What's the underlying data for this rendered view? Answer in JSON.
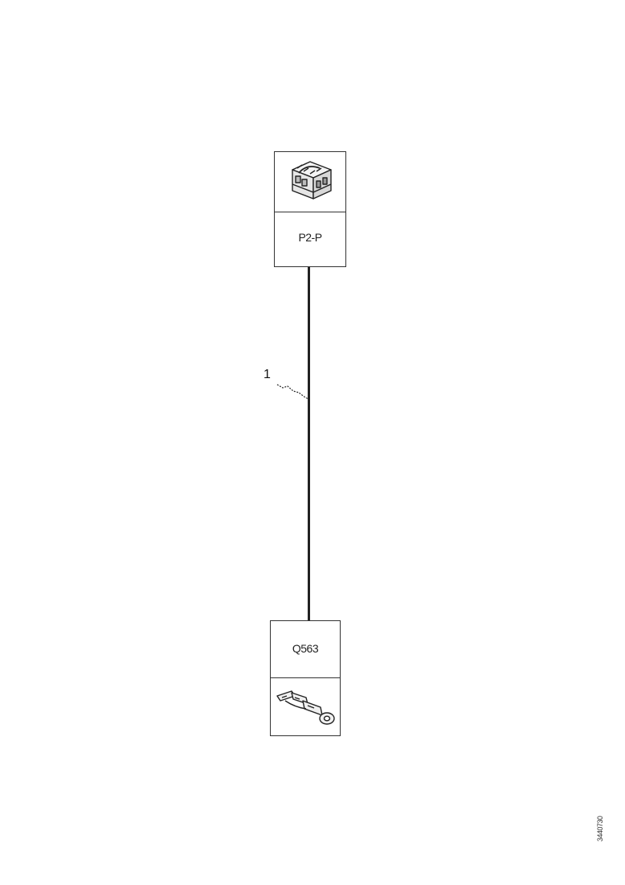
{
  "connectors": {
    "top": {
      "label": "P2-P",
      "icon": "multi-pin-connector-icon"
    },
    "bottom": {
      "label": "Q563",
      "icon": "ring-terminal-icon"
    }
  },
  "wire": {
    "callout": "1"
  },
  "footer": {
    "doc_id": "3440730"
  },
  "colors": {
    "line": "#222222",
    "background": "#ffffff"
  }
}
